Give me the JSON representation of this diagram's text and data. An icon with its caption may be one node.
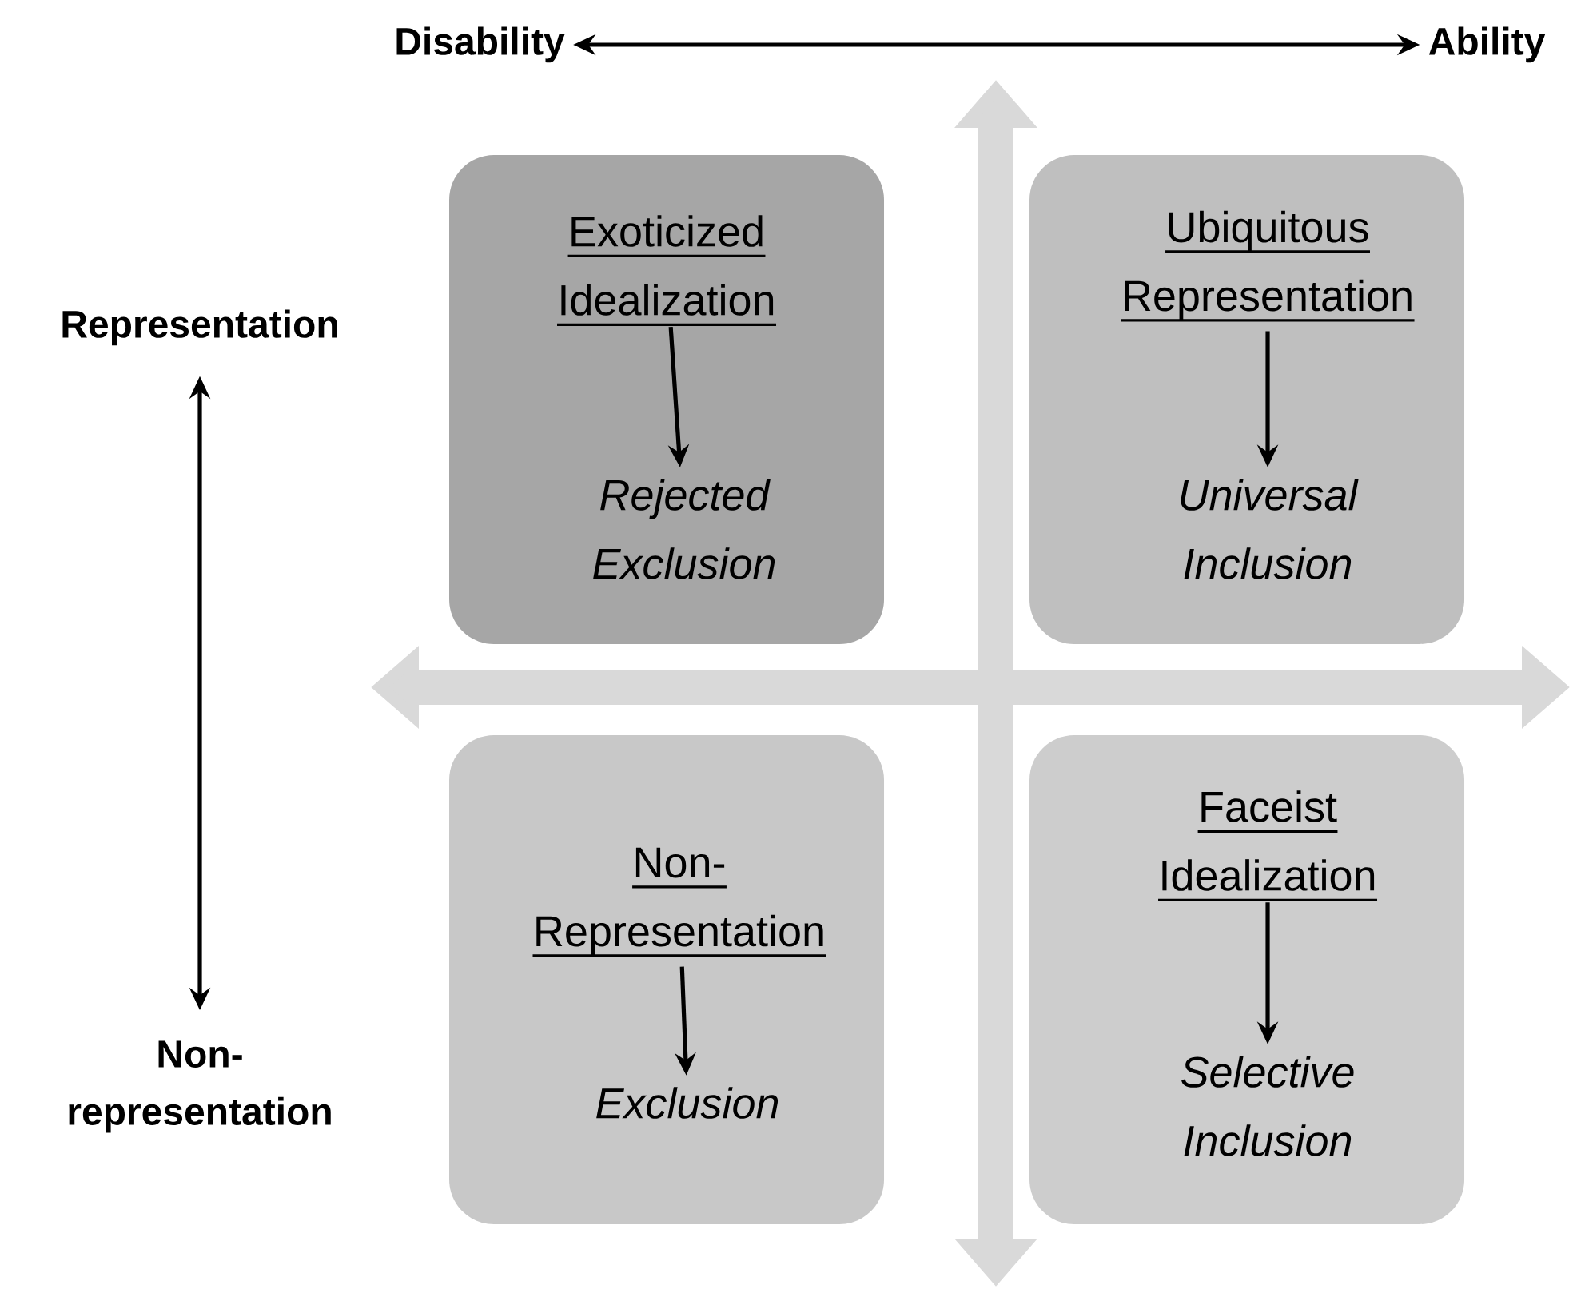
{
  "diagram": {
    "nodes": [
      {
        "text": [
          "Disability"
        ]
      },
      {
        "text": [
          "Ability"
        ]
      },
      {
        "text": [
          "Representation"
        ]
      },
      {
        "text": [
          "Non- representation"
        ]
      },
      {
        "text": [],
        "shape": "box"
      },
      {
        "text": [
          "Exoticized Idealization"
        ],
        "in": 4
      },
      {
        "text": [
          "Rejected Exclusion"
        ],
        "in": 4
      },
      {
        "text": [],
        "shape": "box"
      },
      {
        "text": [
          "Ubiquitous Representation"
        ],
        "in": 7
      },
      {
        "text": [
          "Universal Inclusion"
        ],
        "in": 7
      },
      {
        "text": [],
        "shape": "box"
      },
      {
        "text": [
          "Non- Representation"
        ],
        "in": 10
      },
      {
        "text": [
          "Exclusion"
        ],
        "in": 10
      },
      {
        "text": [],
        "shape": "box"
      },
      {
        "text": [
          "Faceist Idealization"
        ],
        "in": 13
      },
      {
        "text": [
          "Selective Inclusion"
        ],
        "in": 13
      }
    ],
    "edges": [
      {
        "from": 0,
        "to": 1,
        "arrow": "both"
      },
      {
        "from": 2,
        "to": 3,
        "arrow": "both"
      },
      {
        "from": 5,
        "to": 6,
        "arrow": "to"
      },
      {
        "from": 8,
        "to": 9,
        "arrow": "to"
      },
      {
        "from": 11,
        "to": 12,
        "arrow": "to"
      },
      {
        "from": 14,
        "to": 15,
        "arrow": "to"
      }
    ]
  }
}
